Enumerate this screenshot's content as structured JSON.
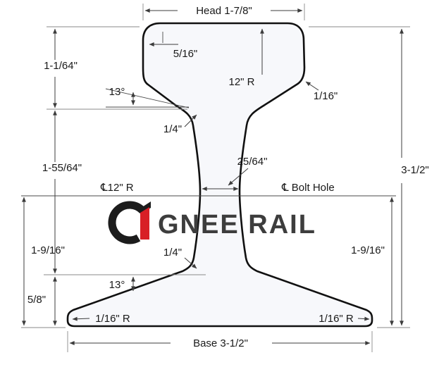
{
  "labels": {
    "head_width": "Head 1-7/8\"",
    "head_corner_radius": "5/16\"",
    "head_depth": "1-1/64\"",
    "head_angle": "13°",
    "head_radius": "12\" R",
    "head_edge_radius": "1/16\"",
    "upper_fillet_radius": "1/4\"",
    "upper_height": "1-55/64\"",
    "web_width": "25/64\"",
    "centerline_web_radius": "℄12\" R",
    "centerline_bolt_hole": "℄ Bolt Hole",
    "total_height": "3-1/2\"",
    "lower_height_left": "1-9/16\"",
    "lower_height_right": "1-9/16\"",
    "lower_fillet_radius": "1/4\"",
    "base_angle": "13°",
    "base_edge_height": "5/8\"",
    "base_left_radius": "1/16\" R",
    "base_right_radius": "1/16\" R",
    "base_width": "Base 3-1/2\""
  },
  "brand": {
    "name": "GNEE RAIL"
  },
  "colors": {
    "rail_outline": "#111111",
    "rail_fill": "#f7f8fb",
    "dimension": "#3c3c3c",
    "brand_red": "#d81f26",
    "brand_dark": "#3d3d3d"
  }
}
